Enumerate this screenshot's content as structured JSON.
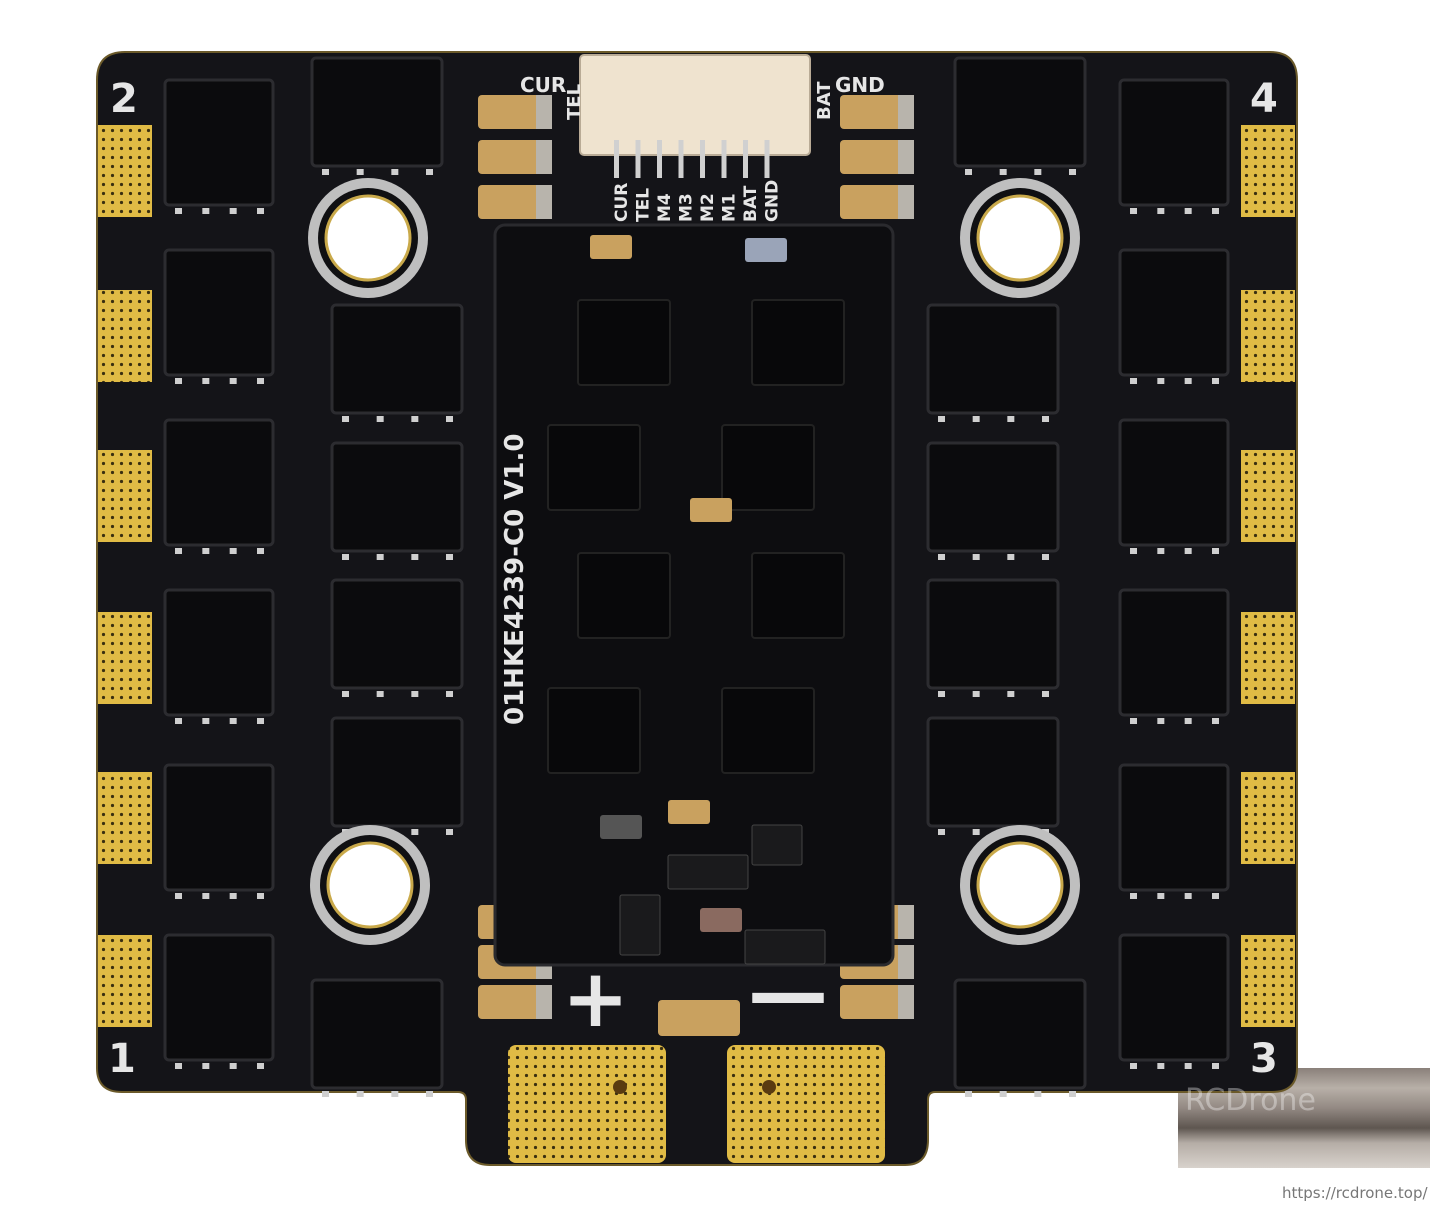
{
  "product": {
    "board_marking": "01HKE4239-C0  V1.0",
    "corner_numbers": [
      "1",
      "2",
      "3",
      "4"
    ],
    "connector_side_labels": {
      "left_top": "CUR",
      "left_vertical": "TEL",
      "right_vertical": "BAT",
      "right_top": "GND"
    },
    "connector_pin_labels": [
      "CUR",
      "TEL",
      "M4",
      "M3",
      "M2",
      "M1",
      "BAT",
      "GND"
    ],
    "power_labels": {
      "positive": "+",
      "negative": "—"
    },
    "colors": {
      "pcb": "#141418",
      "gold": "#d9b23a",
      "connector": "#efe3cf",
      "capacitor": "#c9a15f",
      "mosfet": "#0b0b0d"
    }
  },
  "watermark": {
    "text": "RCDrone",
    "url": "https://rcdrone.top/"
  }
}
